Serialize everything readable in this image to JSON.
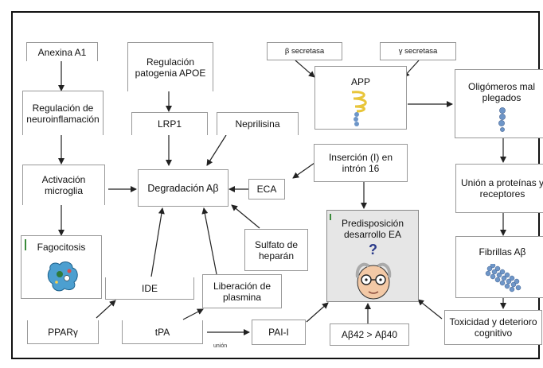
{
  "nodes": {
    "anexina": "Anexina A1",
    "regulacion_neuro": "Regulación de neuroinflamación",
    "activacion": "Activación microglia",
    "fagocitosis": "Fagocitosis",
    "ppar": "PPARγ",
    "regulacion_apoe": "Regulación patogenia APOE",
    "lrp1": "LRP1",
    "neprilisina": "Neprilisina",
    "degradacion": "Degradación Aβ",
    "ide": "IDE",
    "liberacion": "Liberación de plasmina",
    "tpa": "tPA",
    "union_small": "unión",
    "pai": "PAI-I",
    "eca": "ECA",
    "insercion": "Inserción (I) en intrón 16",
    "sulfato": "Sulfato de heparán",
    "predisposicion": "Predisposición desarrollo EA",
    "question": "?",
    "ratio": "Aβ42 > Aβ40",
    "beta_sec": "β secretasa",
    "gamma_sec": "γ secretasa",
    "app": "APP",
    "oligomeros": "Oligómeros mal plegados",
    "union_proteinas": "Unión a proteínas y receptores",
    "fibrillas": "Fibrillas Aβ",
    "toxicidad": "Toxicidad y deterioro cognitivo"
  },
  "icons": {
    "microglia": "microglia-cell-icon",
    "app": "app-protein-icon",
    "oligomer": "oligomer-chain-icon",
    "fibril": "fibril-icon",
    "elder": "elderly-person-icon"
  },
  "colors": {
    "protein_yellow": "#e8c53a",
    "bead_blue": "#6e96c8",
    "box_gray": "#e6e6e6",
    "microglia_blue": "#4c9fd0"
  }
}
